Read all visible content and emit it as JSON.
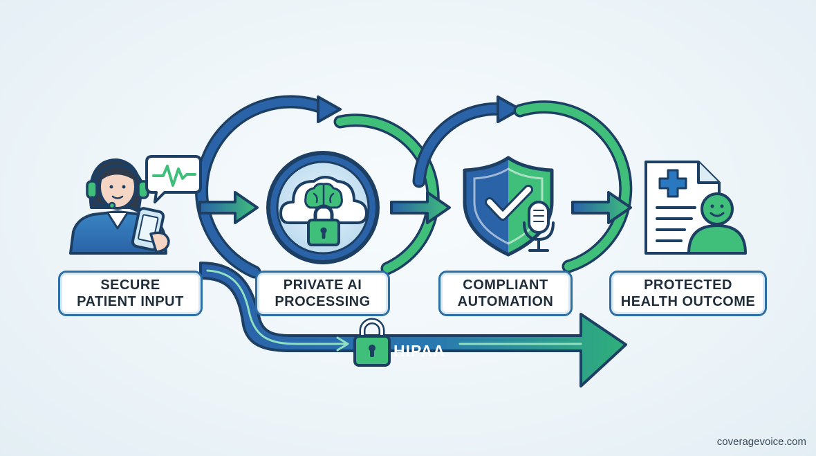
{
  "stages": [
    {
      "name": "input",
      "line1": "SECURE",
      "line2": "PATIENT INPUT",
      "icon": "agent-headset-icon"
    },
    {
      "name": "ai",
      "line1": "PRIVATE AI",
      "line2": "PROCESSING",
      "icon": "cloud-brain-lock-icon"
    },
    {
      "name": "automation",
      "line1": "COMPLIANT",
      "line2": "AUTOMATION",
      "icon": "shield-check-mic-icon"
    },
    {
      "name": "outcome",
      "line1": "PROTECTED",
      "line2": "HEALTH OUTCOME",
      "icon": "medical-record-patient-icon"
    }
  ],
  "band": {
    "label": "HIPAA",
    "icon": "padlock-icon"
  },
  "watermark": "coveragevoice.com",
  "colors": {
    "blue": "#2b6fa6",
    "green": "#3fbf7a",
    "outline": "#1c3f63",
    "label_border": "#2b6fa6"
  }
}
